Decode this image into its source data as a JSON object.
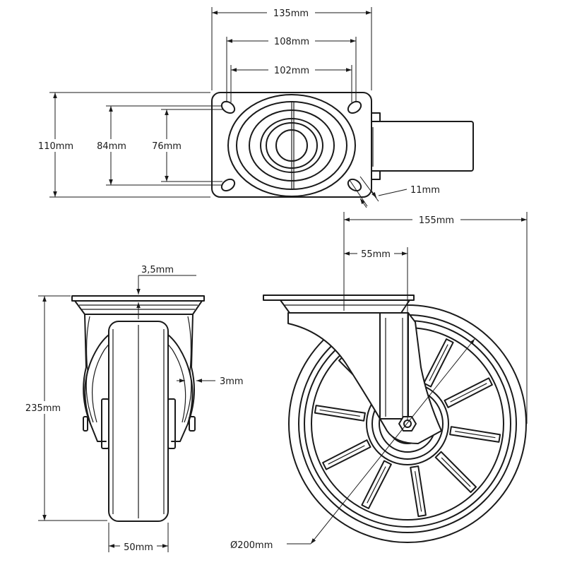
{
  "drawing": {
    "top_view": {
      "plate_width": "135mm",
      "hole_spacing_outer": "108mm",
      "hole_spacing_inner": "102mm",
      "plate_length": "110mm",
      "hole_spacing_84": "84mm",
      "hole_spacing_76": "76mm",
      "hole_size": "11mm"
    },
    "front_view": {
      "plate_thickness": "3,5mm",
      "fork_thickness": "3mm",
      "total_height": "235mm",
      "wheel_width": "50mm"
    },
    "side_view": {
      "swivel_radius": "155mm",
      "offset": "55mm",
      "wheel_diameter": "Ø200mm"
    }
  }
}
